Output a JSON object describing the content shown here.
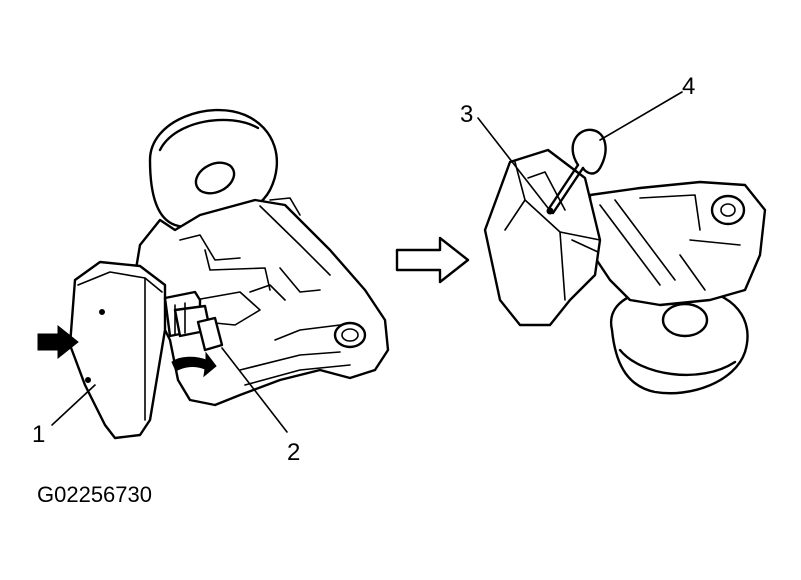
{
  "figure_code": "G02256730",
  "callouts": [
    {
      "label": "1"
    },
    {
      "label": "2"
    },
    {
      "label": "3"
    },
    {
      "label": "4"
    }
  ]
}
